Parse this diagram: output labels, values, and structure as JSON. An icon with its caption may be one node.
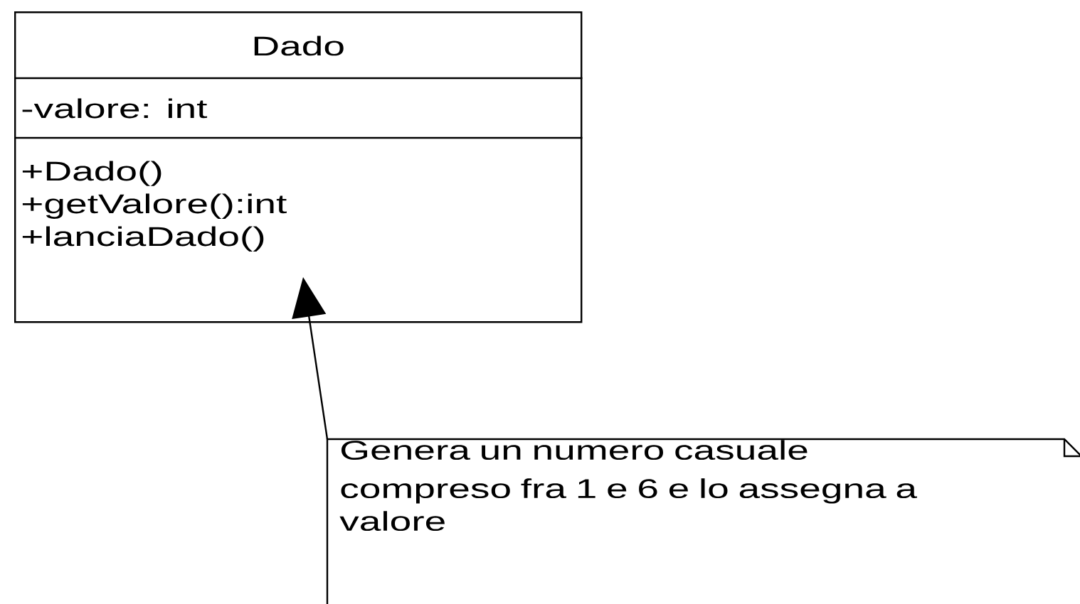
{
  "diagram": {
    "nodes": [
      {
        "text": [
          "Dado",
          "-valore: int",
          "+Dado()",
          "+getValore():int",
          "+lanciaDado()"
        ]
      },
      {
        "text": [
          "Genera un numero casuale compreso fra 1 e 6 e lo assegna a valore"
        ]
      }
    ],
    "edges": [
      {
        "from": 1,
        "to": 0,
        "arrow": "to"
      }
    ]
  }
}
